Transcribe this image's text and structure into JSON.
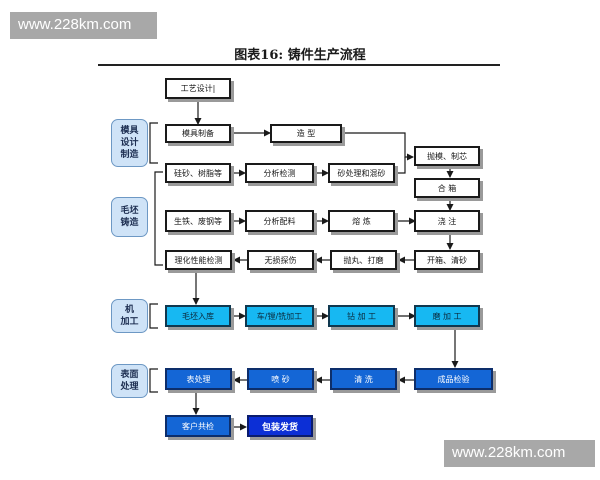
{
  "watermarks": {
    "top": "www.228km.com",
    "bottom": "www.228km.com"
  },
  "title": "图表16:   铸件生产流程",
  "side_labels": [
    {
      "id": "mold",
      "text": "模具\n设计\n制造"
    },
    {
      "id": "blank",
      "text": "毛坯\n铸造"
    },
    {
      "id": "machining",
      "text": "机\n加工"
    },
    {
      "id": "surface",
      "text": "表面\n处理"
    }
  ],
  "nodes": {
    "process_design": "工艺设计|",
    "mold_making": "模具制备",
    "molding": "造   型",
    "core_setting": "抛模、制芯",
    "silica_resin": "硅砂、树脂等",
    "analysis_test": "分析检测",
    "sand_mixing": "砂处理和混砂",
    "mold_closing": "合   箱",
    "pig_iron_scrap": "生铁、废钢等",
    "analysis_batching": "分析配料",
    "smelting": "熔     炼",
    "pouring": "浇     注",
    "physical_test": "理化性能检测",
    "ndt": "无损探伤",
    "shot_blast": "抛丸、打磨",
    "shakeout": "开箱、清砂",
    "blank_storage": "毛坯入库",
    "turning": "车/镗/铣加工",
    "drilling": "钻  加  工",
    "grinding": "磨  加  工",
    "final_inspection": "成品检验",
    "cleaning": "清     洗",
    "spraying": "喷     砂",
    "surface_treatment": "表处理",
    "customer_acceptance": "客户共检",
    "packing_delivery": "包装发货"
  }
}
